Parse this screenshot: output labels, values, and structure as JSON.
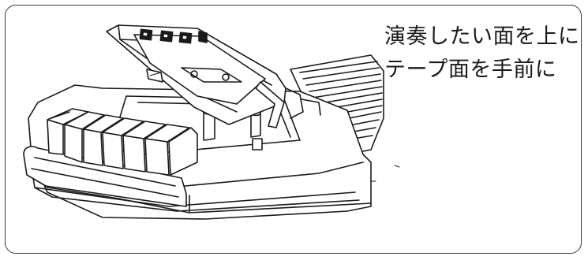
{
  "instruction": {
    "line1": "演奏したい面を上に",
    "line2": "テープ面を手前に"
  },
  "figure": {
    "subject": "cassette-tape-player-with-open-lid",
    "stroke_color": "#1a1a1a",
    "frame_color": "#3a3a3a"
  }
}
